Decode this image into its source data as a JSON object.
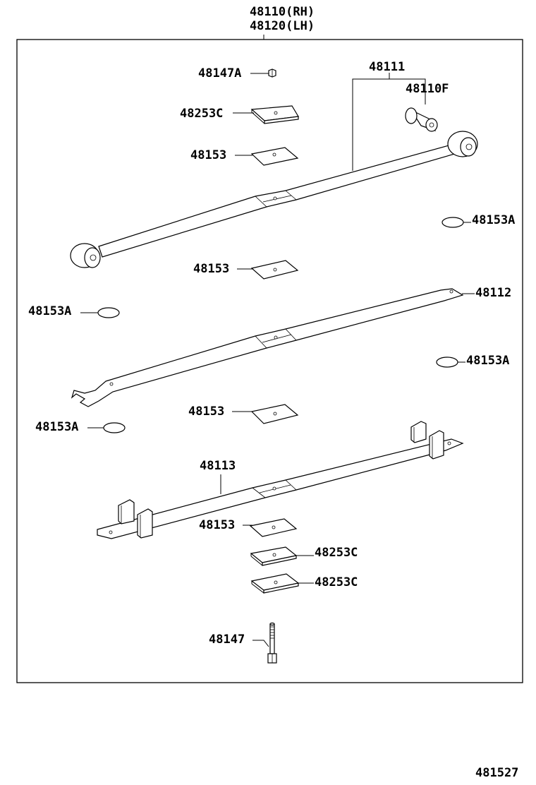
{
  "header": {
    "assembly_rh": "48110(RH)",
    "assembly_lh": "48120(LH)"
  },
  "labels": {
    "nut_48147A": "48147A",
    "clamp_plate_top": "48253C",
    "spacer_48153_a": "48153",
    "bushing_48110F": "48110F",
    "main_leaf_48111": "48111",
    "liner_48153A_right_1": "48153A",
    "spacer_48153_b": "48153",
    "second_leaf_48112": "48112",
    "liner_48153A_left_1": "48153A",
    "liner_48153A_right_2": "48153A",
    "spacer_48153_c": "48153",
    "liner_48153A_left_2": "48153A",
    "third_leaf_48113": "48113",
    "spacer_48153_d": "48153",
    "clamp_plate_bottom_1": "48253C",
    "clamp_plate_bottom_2": "48253C",
    "center_bolt_48147": "48147"
  },
  "footer": {
    "figure_number": "481527"
  }
}
